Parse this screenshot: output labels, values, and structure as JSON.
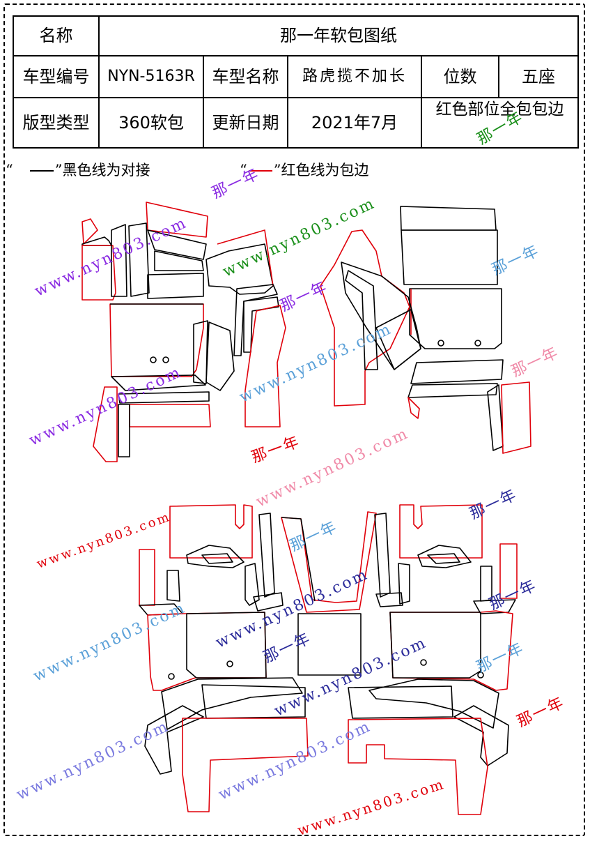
{
  "spec_table": {
    "name_label": "名称",
    "name_value": "那一年软包图纸",
    "model_code_label": "车型编号",
    "model_code_value": "NYN-5163R",
    "model_name_label": "车型名称",
    "model_name_value": "路虎揽不加长",
    "seats_label": "位数",
    "seats_value": "五座",
    "pattern_type_label": "版型类型",
    "pattern_type_value": "360软包",
    "update_label": "更新日期",
    "update_value": "2021年7月",
    "note": "红色部位全包包边"
  },
  "legend": {
    "black_line_text": "黑色线为对接",
    "red_line_text": "红色线为包边",
    "black_color": "#000000",
    "red_color": "#e0000a"
  },
  "watermarks": {
    "url_text": "www.nyn803.com",
    "brand_text": "那一年",
    "colors": [
      "#8a2be2",
      "#e0000a",
      "#1a8f1a",
      "#2b2b9a",
      "#f08aa8",
      "#5aa0d8",
      "#7a7adf"
    ]
  }
}
